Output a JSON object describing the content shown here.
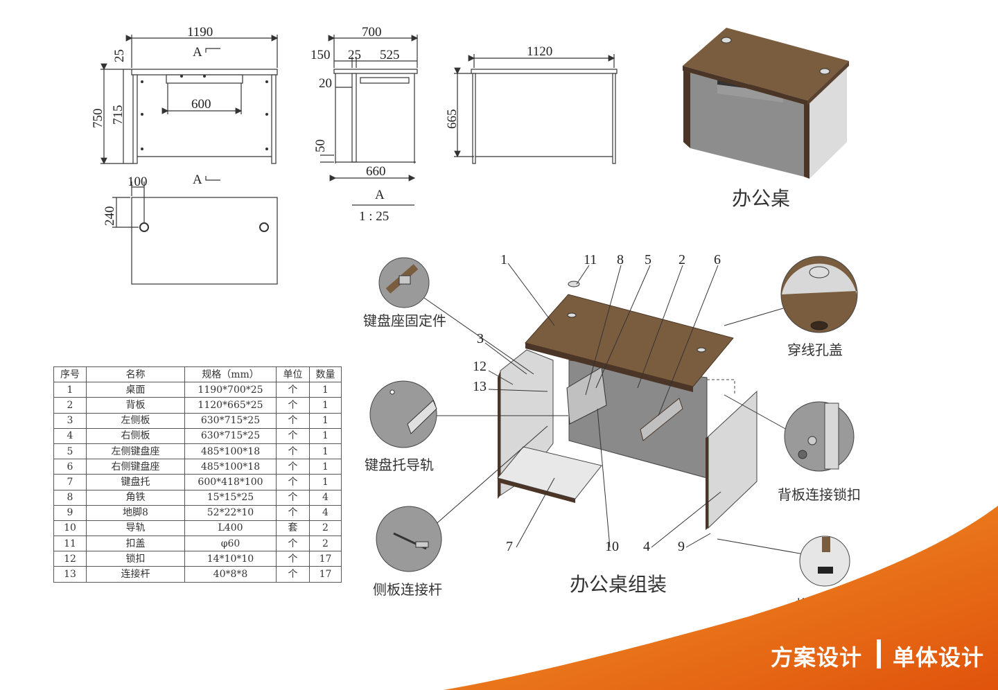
{
  "front_view": {
    "width": "1190",
    "top_thickness": "25",
    "total_height": "750",
    "side_height": "715",
    "keyboard_width": "600",
    "section_mark": "A"
  },
  "side_view": {
    "depth": "700",
    "offset_front": "150",
    "offset_panel": "25",
    "keyboard_depth": "525",
    "gap_top": "20",
    "gap_bottom": "50",
    "panel_depth": "660",
    "section_label": "A",
    "scale": "1 : 25"
  },
  "back_view": {
    "back_width": "1120",
    "back_height": "665"
  },
  "plan_view": {
    "hole_offset_x": "100",
    "hole_offset_y": "240"
  },
  "render_title": "办公桌",
  "assembly": {
    "title": "办公桌组装",
    "numbers": [
      "1",
      "11",
      "8",
      "5",
      "2",
      "6",
      "3",
      "12",
      "13",
      "7",
      "10",
      "4",
      "9"
    ]
  },
  "callouts": {
    "keyboard_bracket": "键盘座固定件",
    "cable_cover": "穿线孔盖",
    "keyboard_rail": "键盘托导轨",
    "back_lock": "背板连接锁扣",
    "side_rod": "侧板连接杆",
    "rubber_foot": "橡胶"
  },
  "parts_table": {
    "headers": [
      "序号",
      "名称",
      "规格（mm）",
      "单位",
      "数量"
    ],
    "rows": [
      [
        "1",
        "桌面",
        "1190*700*25",
        "个",
        "1"
      ],
      [
        "2",
        "背板",
        "1120*665*25",
        "个",
        "1"
      ],
      [
        "3",
        "左侧板",
        "630*715*25",
        "个",
        "1"
      ],
      [
        "4",
        "右侧板",
        "630*715*25",
        "个",
        "1"
      ],
      [
        "5",
        "左侧键盘座",
        "485*100*18",
        "个",
        "1"
      ],
      [
        "6",
        "右侧键盘座",
        "485*100*18",
        "个",
        "1"
      ],
      [
        "7",
        "键盘托",
        "600*418*100",
        "个",
        "1"
      ],
      [
        "8",
        "角铁",
        "15*15*25",
        "个",
        "4"
      ],
      [
        "9",
        "地脚8",
        "52*22*10",
        "个",
        "4"
      ],
      [
        "10",
        "导轨",
        "L400",
        "套",
        "2"
      ],
      [
        "11",
        "扣盖",
        "φ60",
        "个",
        "2"
      ],
      [
        "12",
        "锁扣",
        "14*10*10",
        "个",
        "17"
      ],
      [
        "13",
        "连接杆",
        "40*8*8",
        "个",
        "17"
      ]
    ]
  },
  "banner": {
    "left": "方案设计",
    "right": "单体设计"
  },
  "colors": {
    "wood": "#7a5c3e",
    "wood_edge": "#4a3526",
    "panel": "#d9d9d9",
    "banner": "#e8600f"
  }
}
